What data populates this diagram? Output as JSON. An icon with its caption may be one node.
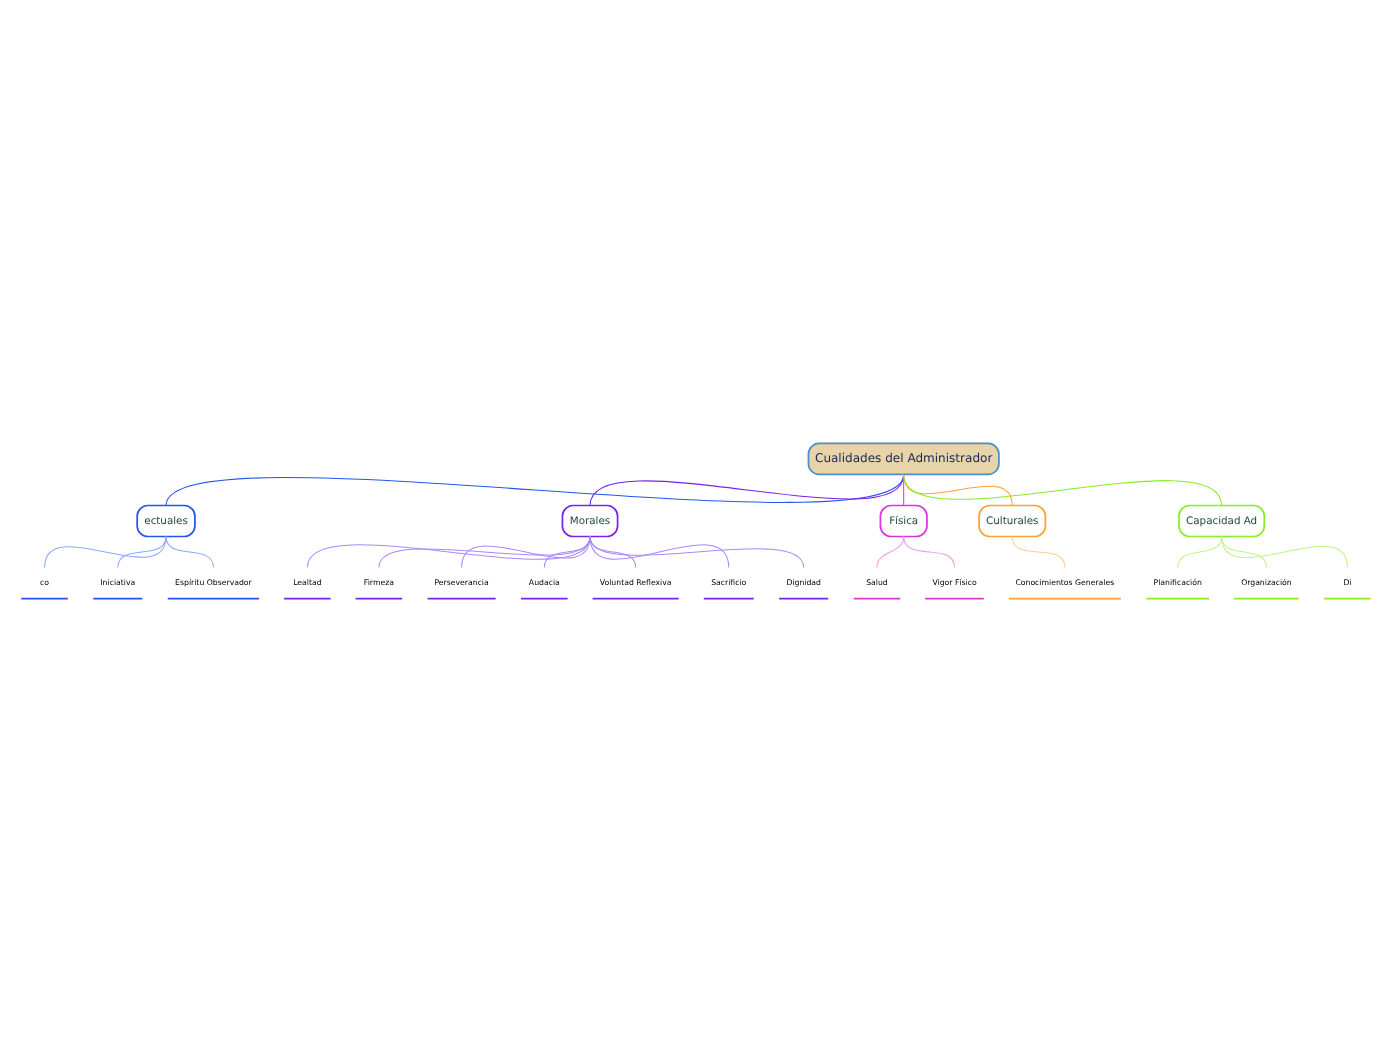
{
  "diagram": {
    "nodes": [
      {
        "text": [
          "Cualidades del Administrador"
        ]
      },
      {
        "text": [
          "ectuales"
        ]
      },
      {
        "text": [
          "co"
        ]
      },
      {
        "text": [
          "Iniciativa"
        ]
      },
      {
        "text": [
          "Espíritu Observador"
        ]
      },
      {
        "text": [
          "Morales"
        ]
      },
      {
        "text": [
          "Lealtad"
        ]
      },
      {
        "text": [
          "Firmeza"
        ]
      },
      {
        "text": [
          "Perseverancia"
        ]
      },
      {
        "text": [
          "Audacia"
        ]
      },
      {
        "text": [
          "Voluntad Reflexiva"
        ]
      },
      {
        "text": [
          "Sacrificio"
        ]
      },
      {
        "text": [
          "Dignidad"
        ]
      },
      {
        "text": [
          "Física"
        ]
      },
      {
        "text": [
          "Salud"
        ]
      },
      {
        "text": [
          "Vigor Físico"
        ]
      },
      {
        "text": [
          "Culturales"
        ]
      },
      {
        "text": [
          "Conocimientos Generales"
        ]
      },
      {
        "text": [
          "Capacidad Ad"
        ]
      },
      {
        "text": [
          "Planificación"
        ]
      },
      {
        "text": [
          "Organización"
        ]
      },
      {
        "text": [
          "Di"
        ]
      }
    ],
    "edges": [
      {
        "from": 0,
        "to": 1,
        "arrow": "none",
        "color": "#2255ee"
      },
      {
        "from": 1,
        "to": 2,
        "arrow": "none",
        "color": "#88aaff"
      },
      {
        "from": 1,
        "to": 3,
        "arrow": "none",
        "color": "#88aaff"
      },
      {
        "from": 1,
        "to": 4,
        "arrow": "none",
        "color": "#88aaff"
      },
      {
        "from": 0,
        "to": 5,
        "arrow": "none",
        "color": "#7722ee"
      },
      {
        "from": 5,
        "to": 6,
        "arrow": "none",
        "color": "#aa88ff"
      },
      {
        "from": 5,
        "to": 7,
        "arrow": "none",
        "color": "#aa88ff"
      },
      {
        "from": 5,
        "to": 8,
        "arrow": "none",
        "color": "#aa88ff"
      },
      {
        "from": 5,
        "to": 9,
        "arrow": "none",
        "color": "#aa88ff"
      },
      {
        "from": 5,
        "to": 10,
        "arrow": "none",
        "color": "#aa88ff"
      },
      {
        "from": 5,
        "to": 11,
        "arrow": "none",
        "color": "#aa88ff"
      },
      {
        "from": 5,
        "to": 12,
        "arrow": "none",
        "color": "#aa88ff"
      },
      {
        "from": 0,
        "to": 13,
        "arrow": "none",
        "color": "#dd33dd"
      },
      {
        "from": 13,
        "to": 14,
        "arrow": "none",
        "color": "#ee99ee"
      },
      {
        "from": 13,
        "to": 15,
        "arrow": "none",
        "color": "#ee99ee"
      },
      {
        "from": 0,
        "to": 16,
        "arrow": "none",
        "color": "#ffa033"
      },
      {
        "from": 16,
        "to": 17,
        "arrow": "none",
        "color": "#ffcc99"
      },
      {
        "from": 0,
        "to": 18,
        "arrow": "none",
        "color": "#88ee22"
      },
      {
        "from": 18,
        "to": 19,
        "arrow": "none",
        "color": "#bbf588"
      },
      {
        "from": 18,
        "to": 20,
        "arrow": "none",
        "color": "#bbf588"
      },
      {
        "from": 18,
        "to": 21,
        "arrow": "none",
        "color": "#bbf588"
      }
    ]
  }
}
